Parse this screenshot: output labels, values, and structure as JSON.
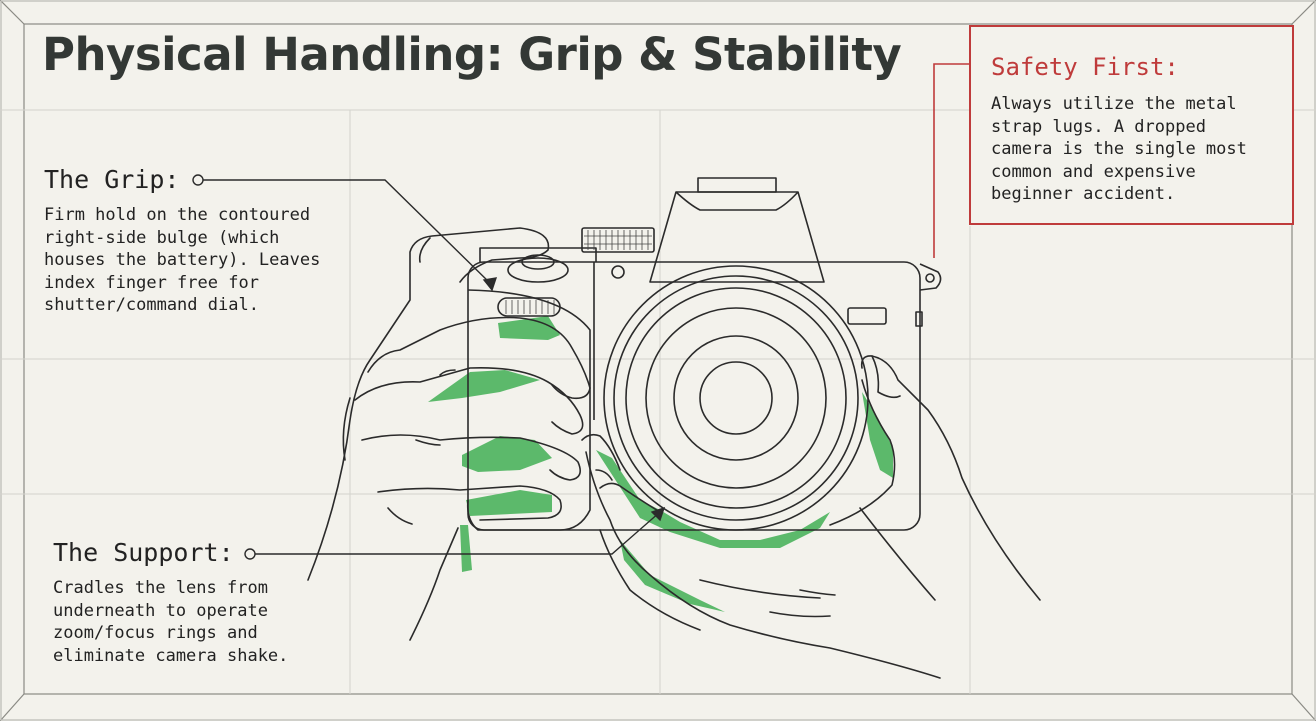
{
  "title": "Physical Handling: Grip & Stability",
  "grip": {
    "heading": "The Grip:",
    "lines": [
      "Firm hold on the contoured",
      "right-side bulge (which",
      "houses the battery). Leaves",
      "index finger free for",
      "shutter/command dial."
    ]
  },
  "support": {
    "heading": "The Support:",
    "lines": [
      "Cradles the lens from",
      "underneath to operate",
      "zoom/focus rings and",
      "eliminate camera shake."
    ]
  },
  "safety": {
    "heading": "Safety First:",
    "lines": [
      "Always utilize the metal",
      "strap lugs. A dropped",
      "camera is the single most",
      "common and expensive",
      "beginner accident."
    ]
  },
  "colors": {
    "background": "#f3f2ec",
    "ink": "#2b2b2b",
    "accent_green": "#5cb96b",
    "warning_red": "#bf3b3b",
    "grid": "#d3d3cd"
  },
  "icons": [
    "camera-illustration",
    "left-hand-illustration",
    "right-hand-illustration",
    "strap-lug-icon"
  ]
}
